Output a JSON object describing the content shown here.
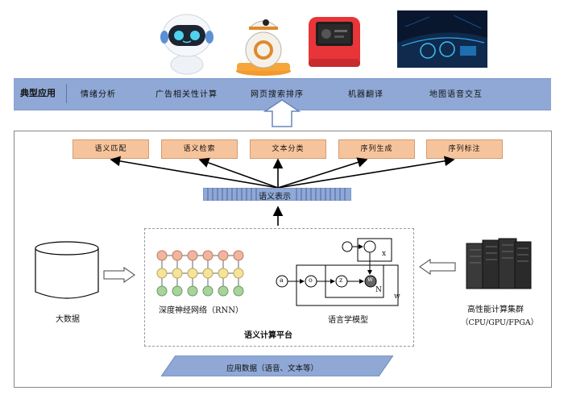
{
  "images": {
    "robot": "white-robot",
    "bb8": "bb8-droid",
    "speaker": "red-smart-display",
    "dashboard": "car-dashboard"
  },
  "typical_apps": {
    "title": "典型应用",
    "items": [
      "情绪分析",
      "广告相关性计算",
      "网页搜索排序",
      "机器翻译",
      "地图语音交互"
    ]
  },
  "tasks": [
    "语义匹配",
    "语义检索",
    "文本分类",
    "序列生成",
    "序列标注"
  ],
  "semantic_repr": "语义表示",
  "platform": {
    "title": "语义计算平台",
    "rnn_label": "深度神经网络（RNN）",
    "lm_label": "语言学模型",
    "nodes": {
      "a": "a",
      "o": "o",
      "z": "z",
      "w": "w",
      "x": "x",
      "N": "N",
      "w_plate": "w"
    }
  },
  "big_data": "大数据",
  "cluster": {
    "line1": "高性能计算集群",
    "line2": "（CPU/GPU/FPGA）"
  },
  "app_data": "应用数据（语音、文本等）",
  "colors": {
    "bar": "#8fa8d6",
    "task": "#f6c49c",
    "rnn_top": "#f2b49c",
    "rnn_mid": "#f5e39a",
    "rnn_bot": "#a6d49a",
    "repr": "#8fa8d6"
  }
}
